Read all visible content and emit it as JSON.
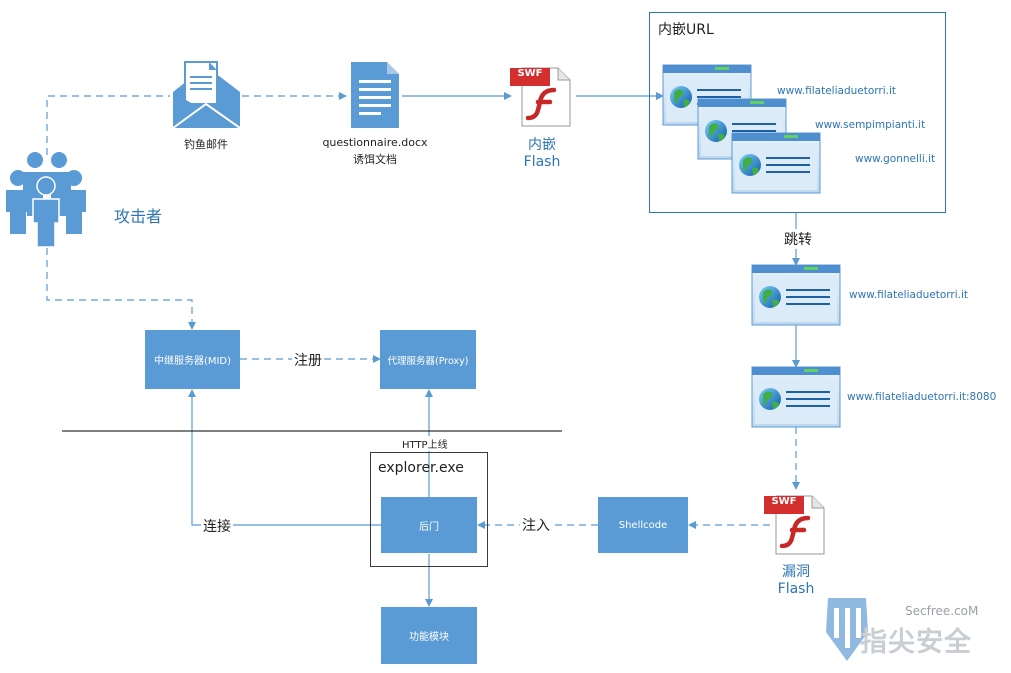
{
  "attacker": {
    "label": "攻击者",
    "icon": "users-group-icon"
  },
  "phishing_mail": {
    "label": "钓鱼邮件",
    "icon": "envelope-icon"
  },
  "doc": {
    "filename": "questionnaire.docx",
    "label": "诱饵文档",
    "icon": "document-icon"
  },
  "embedded_flash": {
    "badge": "SWF",
    "line1": "内嵌",
    "line2": "Flash",
    "icon": "flash-file-icon"
  },
  "embedded_urls": {
    "title": "内嵌URL",
    "urls": [
      "www.filateliaduetorri.it",
      "www.sempimpianti.it",
      "www.gonnelli.it"
    ]
  },
  "redirect_label": "跳转",
  "redirect_url": "www.filateliaduetorri.it",
  "port_url": "www.filateliaduetorri.it:8080",
  "exploit_flash": {
    "badge": "SWF",
    "line1": "漏洞",
    "line2": "Flash"
  },
  "shellcode": "Shellcode",
  "inject_label": "注入",
  "explorer": {
    "title": "explorer.exe",
    "backdoor": "后门"
  },
  "http_online": "HTTP上线",
  "relay_server": "中继服务器(MID)",
  "register_label": "注册",
  "proxy_server": "代理服务器(Proxy)",
  "connect_label": "连接",
  "function_module": "功能模块",
  "watermark": {
    "site": "Secfree.coM",
    "brand": "指尖安全"
  },
  "colors": {
    "accent": "#5b9bd5",
    "line": "#5b9bd5",
    "text_blue": "#2e75b6"
  }
}
